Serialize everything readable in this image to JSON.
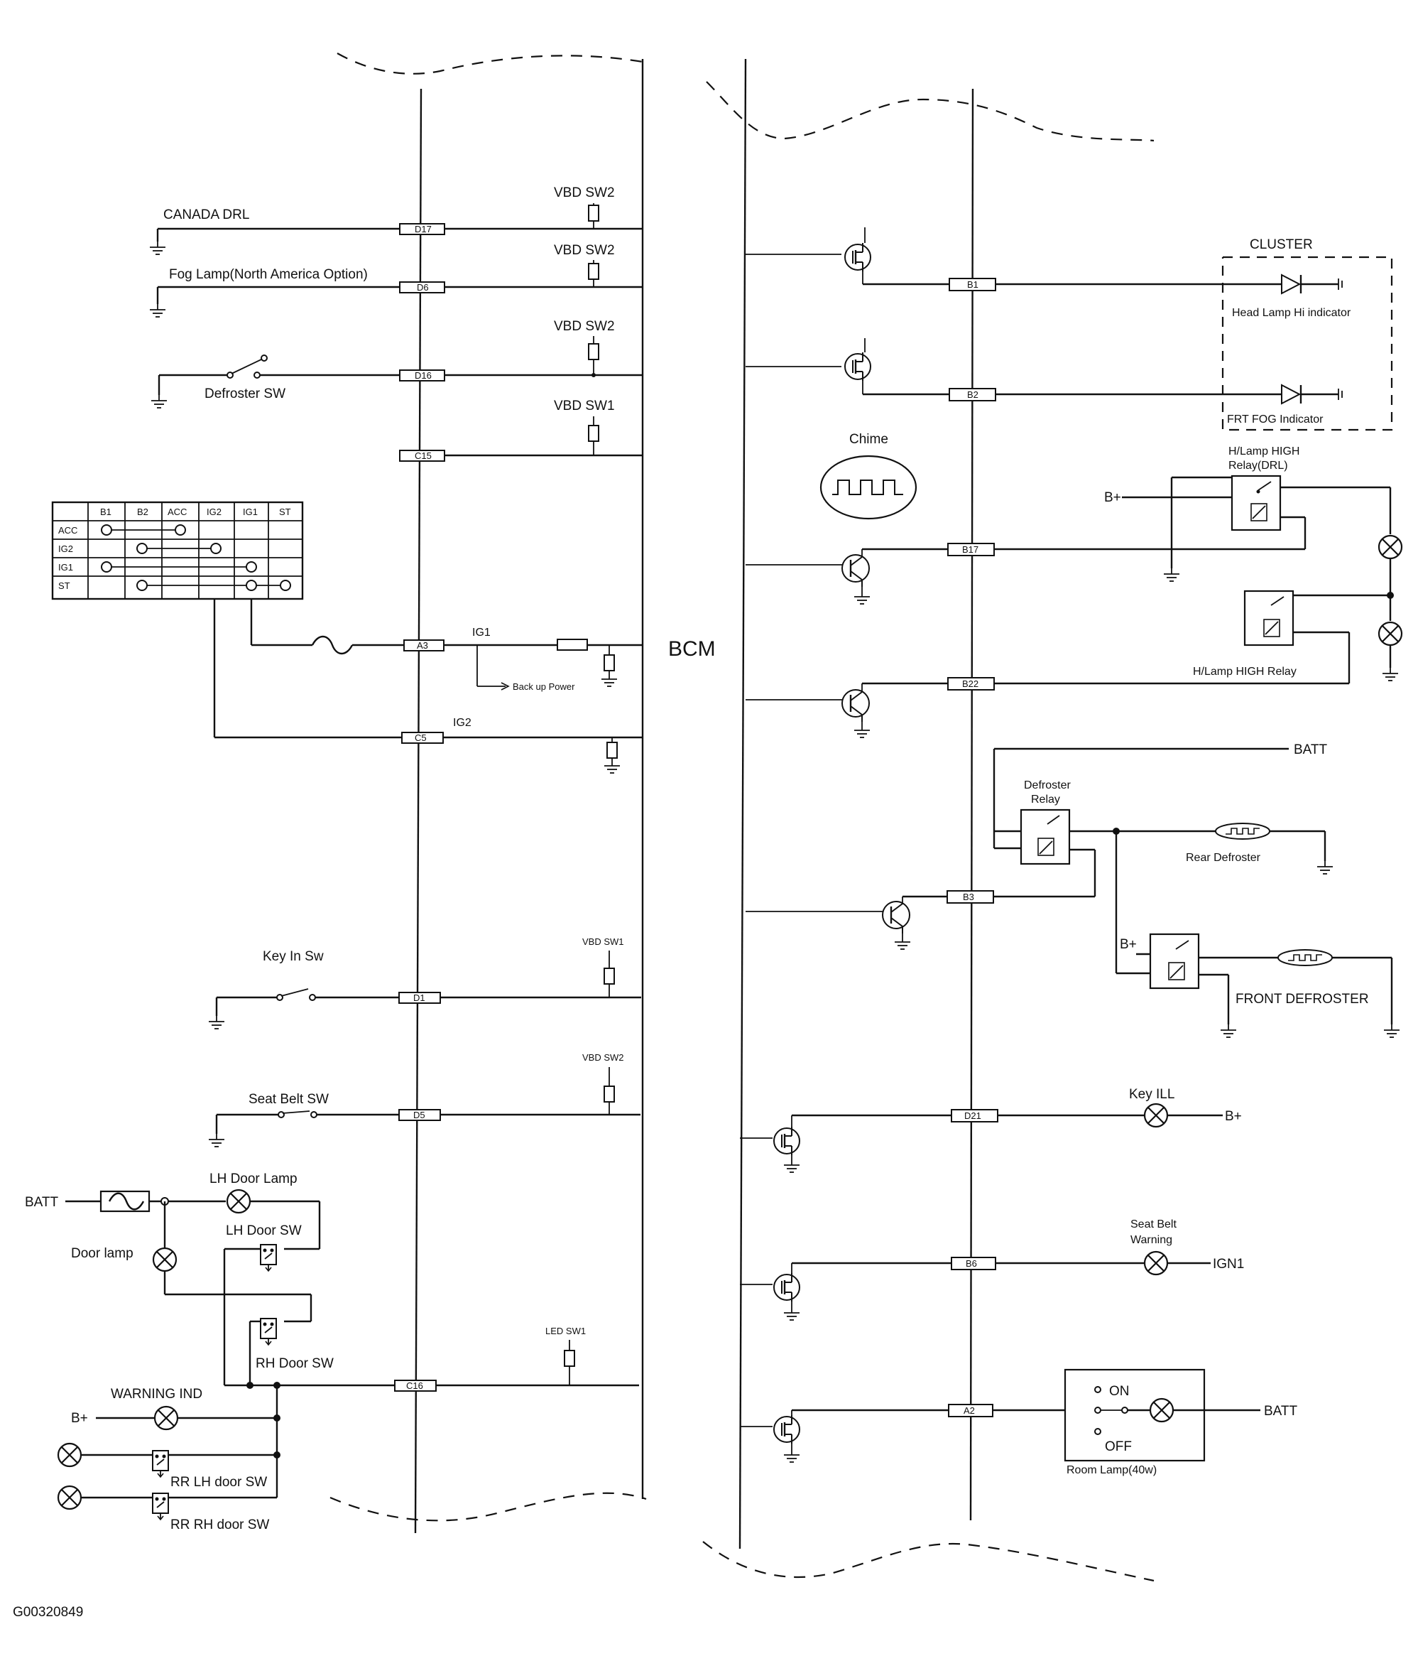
{
  "colors": {
    "ink": "#111111",
    "background": "#ffffff"
  },
  "bcm_label": "BCM",
  "figure_id": "G00320849",
  "connectors": {
    "D17": "D17",
    "D6": "D6",
    "D16": "D16",
    "C15": "C15",
    "A3": "A3",
    "C5": "C5",
    "D1": "D1",
    "D5": "D5",
    "C16": "C16",
    "B1": "B1",
    "B2": "B2",
    "B17": "B17",
    "B22": "B22",
    "B3": "B3",
    "D21": "D21",
    "B6": "B6",
    "A2": "A2"
  },
  "left": {
    "canada_drl": "CANADA DRL",
    "fog_lamp": "Fog Lamp(North America Option)",
    "defroster_sw": "Defroster SW",
    "vbd_sw2": "VBD SW2",
    "vbd_sw1": "VBD SW1",
    "ig1": "IG1",
    "ig2": "IG2",
    "backup_power": "Back up Power",
    "key_in_sw": "Key In Sw",
    "seat_belt_sw": "Seat Belt SW",
    "led_sw1": "LED SW1",
    "batt": "BATT",
    "lh_door_lamp": "LH Door Lamp",
    "lh_door_sw": "LH Door SW",
    "door_lamp": "Door lamp",
    "rh_door_sw": "RH Door SW",
    "warning_ind": "WARNING IND",
    "b_plus": "B+",
    "rr_lh_door_sw": "RR LH door SW",
    "rr_rh_door_sw": "RR RH door SW"
  },
  "ignition_table": {
    "columns": [
      "B1",
      "B2",
      "ACC",
      "IG2",
      "IG1",
      "ST"
    ],
    "rows": [
      "ACC",
      "IG2",
      "IG1",
      "ST"
    ]
  },
  "right": {
    "cluster": "CLUSTER",
    "head_lamp_hi_indicator": "Head Lamp Hi indicator",
    "frt_fog_indicator": "FRT FOG Indicator",
    "chime": "Chime",
    "hlamp_high_relay_drl_1": "H/Lamp HIGH",
    "hlamp_high_relay_drl_2": "Relay(DRL)",
    "b_plus": "B+",
    "hlamp_high_relay": "H/Lamp HIGH Relay",
    "batt": "BATT",
    "defroster_relay_1": "Defroster",
    "defroster_relay_2": "Relay",
    "rear_defroster": "Rear Defroster",
    "front_defroster": "FRONT DEFROSTER",
    "key_ill": "Key ILL",
    "seat_belt_warning_1": "Seat Belt",
    "seat_belt_warning_2": "Warning",
    "ign1": "IGN1",
    "on": "ON",
    "off": "OFF",
    "room_lamp": "Room Lamp(40w)"
  }
}
